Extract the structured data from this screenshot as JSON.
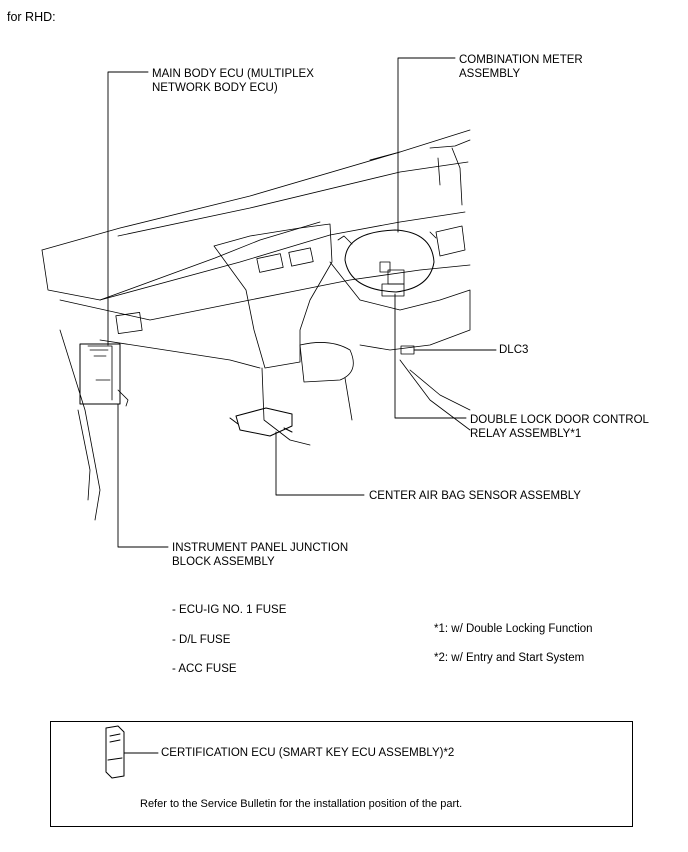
{
  "header": {
    "variant": "for RHD:"
  },
  "labels": {
    "main_body_ecu": "MAIN BODY ECU (MULTIPLEX\nNETWORK BODY ECU)",
    "combination_meter": "COMBINATION METER\nASSEMBLY",
    "dlc3": "DLC3",
    "double_lock_relay": "DOUBLE LOCK DOOR CONTROL\nRELAY ASSEMBLY*1",
    "center_air_bag": "CENTER AIR BAG SENSOR ASSEMBLY",
    "instrument_panel_jb": "INSTRUMENT PANEL JUNCTION\nBLOCK ASSEMBLY"
  },
  "fuses": [
    "- ECU-IG NO. 1 FUSE",
    "- D/L FUSE",
    "- ACC FUSE"
  ],
  "footnotes": [
    "*1: w/ Double Locking Function",
    "*2: w/ Entry and Start System"
  ],
  "certification_box": {
    "label": "CERTIFICATION ECU (SMART KEY ECU ASSEMBLY)*2",
    "note": "Refer to the Service Bulletin for the installation position of the part."
  }
}
